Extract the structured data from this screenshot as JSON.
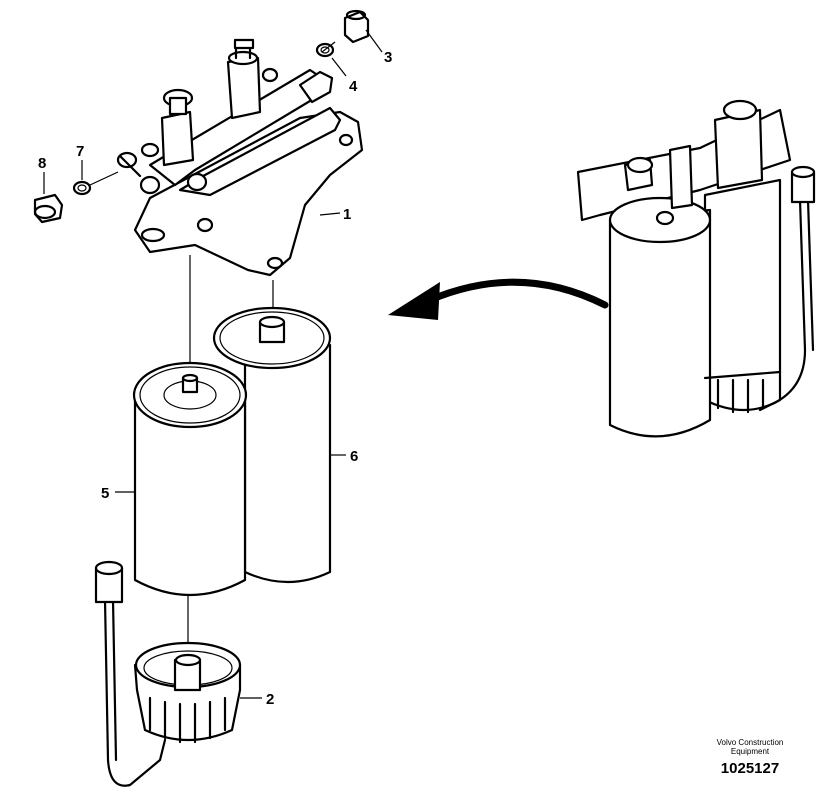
{
  "labels": [
    "1",
    "2",
    "3",
    "4",
    "5",
    "6",
    "7",
    "8"
  ],
  "credit": {
    "line1": "Volvo Construction",
    "line2": "Equipment"
  },
  "reference": "1025127"
}
